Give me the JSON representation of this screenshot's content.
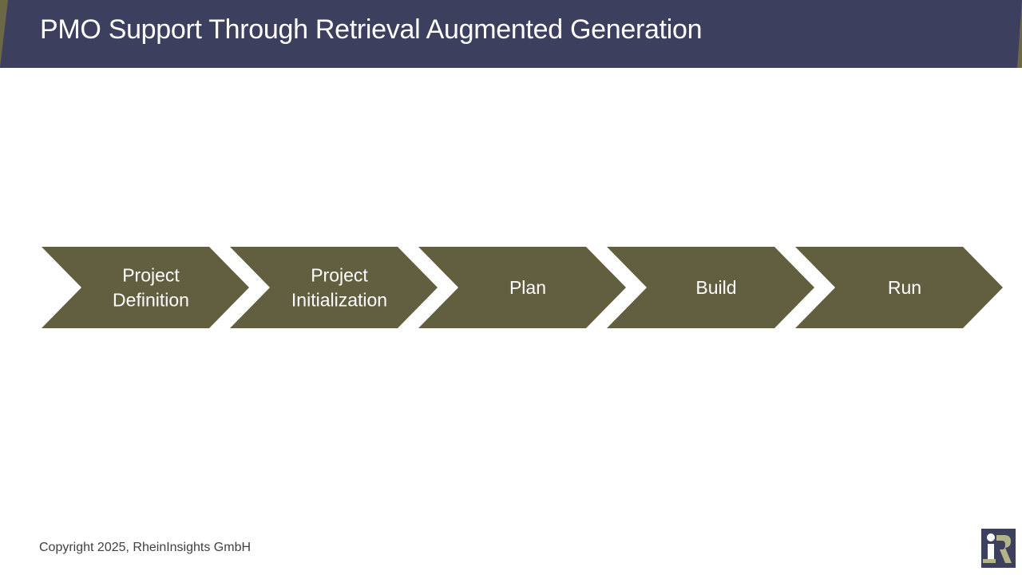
{
  "slide": {
    "title": "PMO Support Through Retrieval Augmented Generation",
    "footer": "Copyright 2025, RheinInsights GmbH"
  },
  "process": {
    "steps": [
      {
        "lines": [
          "Project",
          "Definition"
        ]
      },
      {
        "lines": [
          "Project",
          "Initialization"
        ]
      },
      {
        "lines": [
          "Plan"
        ]
      },
      {
        "lines": [
          "Build"
        ]
      },
      {
        "lines": [
          "Run"
        ]
      }
    ]
  },
  "colors": {
    "title_bar": "#3d3f5f",
    "accent": "#6b6845",
    "chevron_fill": "#625f40",
    "chevron_text": "#ffffff",
    "logo_bg": "#3d3f5f",
    "logo_accent": "#b5b38a"
  },
  "logo": {
    "icon": "rheininsights-logo-icon"
  }
}
